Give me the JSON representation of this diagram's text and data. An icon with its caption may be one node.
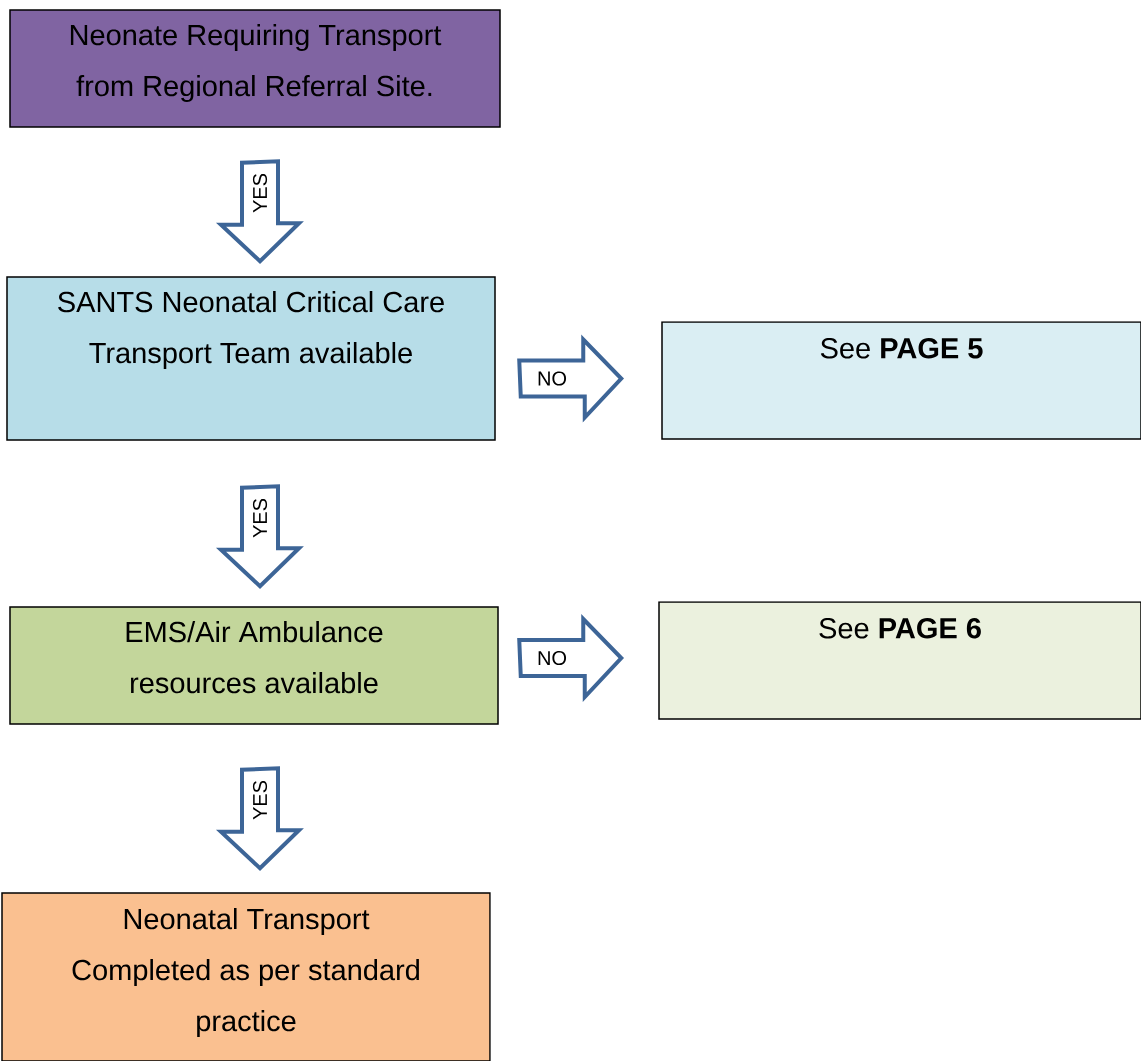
{
  "diagram": {
    "nodes": [
      {
        "text": [
          "Neonate Requiring Transport from Regional Referral Site."
        ]
      },
      {
        "text": [
          "SANTS Neonatal Critical Care Transport Team available"
        ]
      },
      {
        "text": [
          "See **PAGE 5**"
        ]
      },
      {
        "text": [
          "EMS/Air Ambulance resources available"
        ]
      },
      {
        "text": [
          "See **PAGE 6**"
        ]
      },
      {
        "text": [
          "Neonatal Transport Completed as per standard practice"
        ]
      }
    ],
    "edges": [
      {
        "from": 0,
        "to": 1,
        "arrow": "to",
        "label": "YES"
      },
      {
        "from": 1,
        "to": 2,
        "arrow": "to",
        "label": "NO"
      },
      {
        "from": 1,
        "to": 3,
        "arrow": "to",
        "label": "YES"
      },
      {
        "from": 3,
        "to": 4,
        "arrow": "to",
        "label": "NO"
      },
      {
        "from": 3,
        "to": 5,
        "arrow": "to",
        "label": "YES"
      }
    ]
  }
}
